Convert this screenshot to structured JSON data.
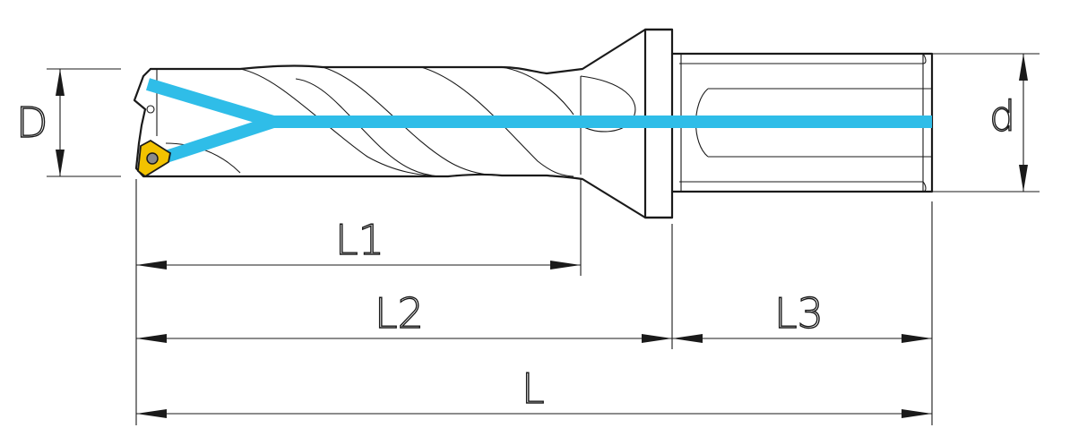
{
  "labels": {
    "D": "D",
    "d": "d",
    "L1": "L1",
    "L2": "L2",
    "L3": "L3",
    "L": "L"
  },
  "colors": {
    "coolant_channel": "#2fbde8",
    "insert": "#f2c200",
    "insert_screw": "#8a8a8a",
    "line": "#1a1a1a"
  }
}
